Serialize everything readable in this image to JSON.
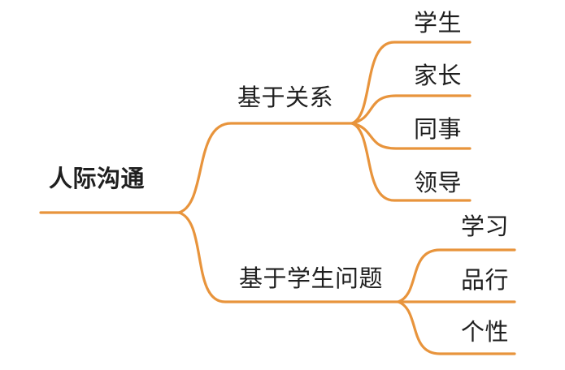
{
  "mindmap": {
    "root": {
      "label": "人际沟通"
    },
    "branches": [
      {
        "label": "基于关系",
        "children": [
          {
            "label": "学生"
          },
          {
            "label": "家长"
          },
          {
            "label": "同事"
          },
          {
            "label": "领导"
          }
        ]
      },
      {
        "label": "基于学生问题",
        "children": [
          {
            "label": "学习"
          },
          {
            "label": "品行"
          },
          {
            "label": "个性"
          }
        ]
      }
    ],
    "style": {
      "line_color": "#E8943C",
      "text_color": "#1F1F1F",
      "background": "#FFFFFF"
    }
  }
}
